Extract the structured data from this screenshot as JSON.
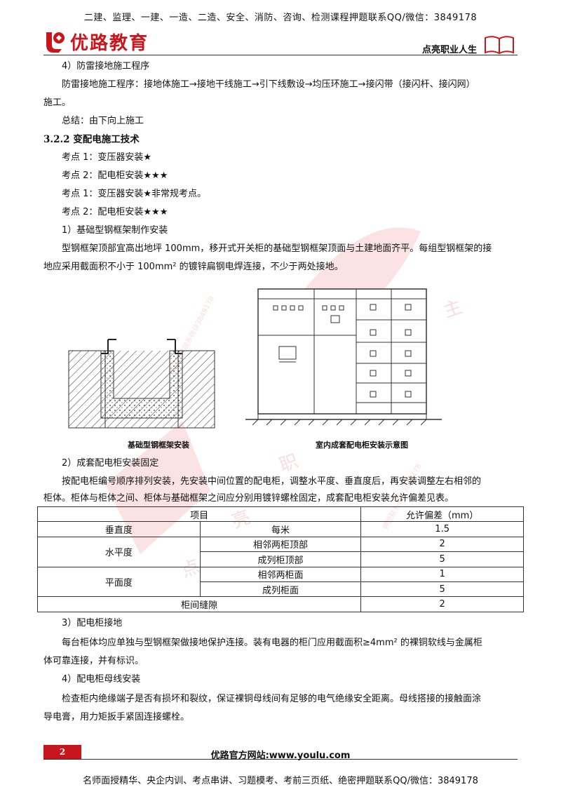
{
  "header": {
    "top_banner": "二建、监理、一建、一造、二造、安全、消防、咨询、检测课程押题联系QQ/微信：3849178",
    "logo_text": "优路教育",
    "slogan": "点亮职业人生"
  },
  "body": {
    "l1": "4）防雷接地施工程序",
    "l2": "防雷接地施工程序：接地体施工→接地干线施工→引下线敷设→均压环施工→接闪带（接闪杆、接闪网）",
    "l3": "施工。",
    "l4": "总结：由下向上施工",
    "l5": "3.2.2 变配电施工技术",
    "l6": "考点 1：变压器安装★",
    "l7": "考点 2：配电柜安装★★★",
    "l8": "考点 1：变压器安装★非常规考点。",
    "l9": "考点 2：配电柜安装★★★",
    "l10": "1）基础型钢框架制作安装",
    "l11": "型钢框架顶部宜高出地坪 100mm，移开式开关柜的基础型钢框架顶面与土建地面齐平。每组型钢框架的接",
    "l12": "地应采用截面积不小于 100mm² 的镀锌扁钢电焊连接，不少于两处接地。",
    "l13": "2）成套配电柜安装固定",
    "l14": "按配电柜编号顺序排列安装，先安装中间位置的配电柜，调整水平度、垂直度后，再安装调整左右相邻的",
    "l15": "柜体。柜体与柜体之间、柜体与基础框架之间应分别用镀锌螺栓固定，成套配电柜安装允许偏差见表。",
    "l16": "3）配电柜接地",
    "l17": "每台柜体均应单独与型钢框架做接地保护连接。装有电器的柜门应用截面积≥4mm² 的裸铜软线与金属柜",
    "l18": "体可靠连接，并有标识。",
    "l19": "4）配电柜母线安装",
    "l20": "检查柜内绝缘端子是否有损坏和裂纹，保证裸铜母线间有足够的电气绝缘安全距离。母线搭接的接触面涂",
    "l21": "导电膏，用力矩扳手紧固连接螺栓。"
  },
  "figures": {
    "left_caption": "基础型钢框架安装",
    "right_caption": "室内成套配电柜安装示意图"
  },
  "table": {
    "h1": "项目",
    "h2": "允许偏差（mm）",
    "r1c1": "垂直度",
    "r1c2": "每米",
    "r1c3": "1.5",
    "r2c1": "水平度",
    "r2c2": "相邻两柜顶部",
    "r2c3": "2",
    "r3c2": "成列柜顶部",
    "r3c3": "5",
    "r4c1": "平面度",
    "r4c2": "相邻两柜面",
    "r4c3": "1",
    "r5c2": "成列柜面",
    "r5c3": "5",
    "r6c1": "柜间缝隙",
    "r6c3": "2"
  },
  "footer": {
    "page_number": "2",
    "site": "优路官方网站:www.youlu.com",
    "bottom_banner": "名师面授精华、央企内训、考点串讲、习题模考、考前三页纸、绝密押题联系QQ/微信：3849178"
  },
  "watermark": {
    "w1": "点",
    "w2": "亮",
    "w3": "职",
    "w4": "主",
    "w5": "精品押题联系微信3849178",
    "w6": "押题联系微信3849178"
  },
  "colors": {
    "brand_red": "#c8161d"
  }
}
